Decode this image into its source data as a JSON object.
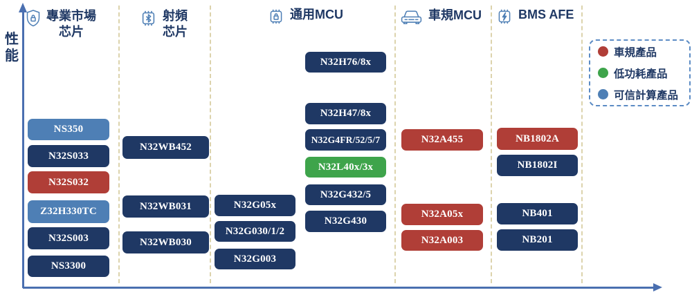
{
  "axis": {
    "y_label": "性能"
  },
  "headers": [
    {
      "title": "專業市場\n芯片",
      "icon": "shield-lock-icon"
    },
    {
      "title": "射頻\n芯片",
      "icon": "bluetooth-chip-icon"
    },
    {
      "title": "通用MCU",
      "icon": "lock-chip-icon"
    },
    {
      "title": "車規MCU",
      "icon": "car-icon"
    },
    {
      "title": "BMS AFE",
      "icon": "bolt-chip-icon"
    }
  ],
  "legend": {
    "items": [
      {
        "label": "車規產品",
        "color": "#B03E37"
      },
      {
        "label": "低功耗產品",
        "color": "#3EA44B"
      },
      {
        "label": "可信計算產品",
        "color": "#4E7FB5"
      }
    ]
  },
  "colors": {
    "default_navy": "#1F3864",
    "automotive_red": "#B03E37",
    "low_power_green": "#3EA44B",
    "trusted_blue": "#4E7FB5",
    "axis": "#4a6fb0",
    "divider": "#dcd3ac"
  },
  "boxes": {
    "professional": [
      {
        "label": "NS350",
        "category": "可信計算產品"
      },
      {
        "label": "N32S033"
      },
      {
        "label": "N32S032",
        "category": "車規產品"
      },
      {
        "label": "Z32H330TC",
        "category": "可信計算產品"
      },
      {
        "label": "N32S003"
      },
      {
        "label": "NS3300"
      }
    ],
    "rf": [
      {
        "label": "N32WB452"
      },
      {
        "label": "N32WB031"
      },
      {
        "label": "N32WB030"
      }
    ],
    "general_left": [
      {
        "label": "N32G05x"
      },
      {
        "label": "N32G030/1/2"
      },
      {
        "label": "N32G003"
      }
    ],
    "general_right": [
      {
        "label": "N32H76/8x"
      },
      {
        "label": "N32H47/8x"
      },
      {
        "label": "N32G4FR/52/5/7"
      },
      {
        "label": "N32L40x/3x",
        "category": "低功耗產品"
      },
      {
        "label": "N32G432/5"
      },
      {
        "label": "N32G430"
      }
    ],
    "automotive": [
      {
        "label": "N32A455",
        "category": "車規產品"
      },
      {
        "label": "N32A05x",
        "category": "車規產品"
      },
      {
        "label": "N32A003",
        "category": "車規產品"
      }
    ],
    "bms": [
      {
        "label": "NB1802A",
        "category": "車規產品"
      },
      {
        "label": "NB1802I"
      },
      {
        "label": "NB401"
      },
      {
        "label": "NB201"
      }
    ]
  }
}
